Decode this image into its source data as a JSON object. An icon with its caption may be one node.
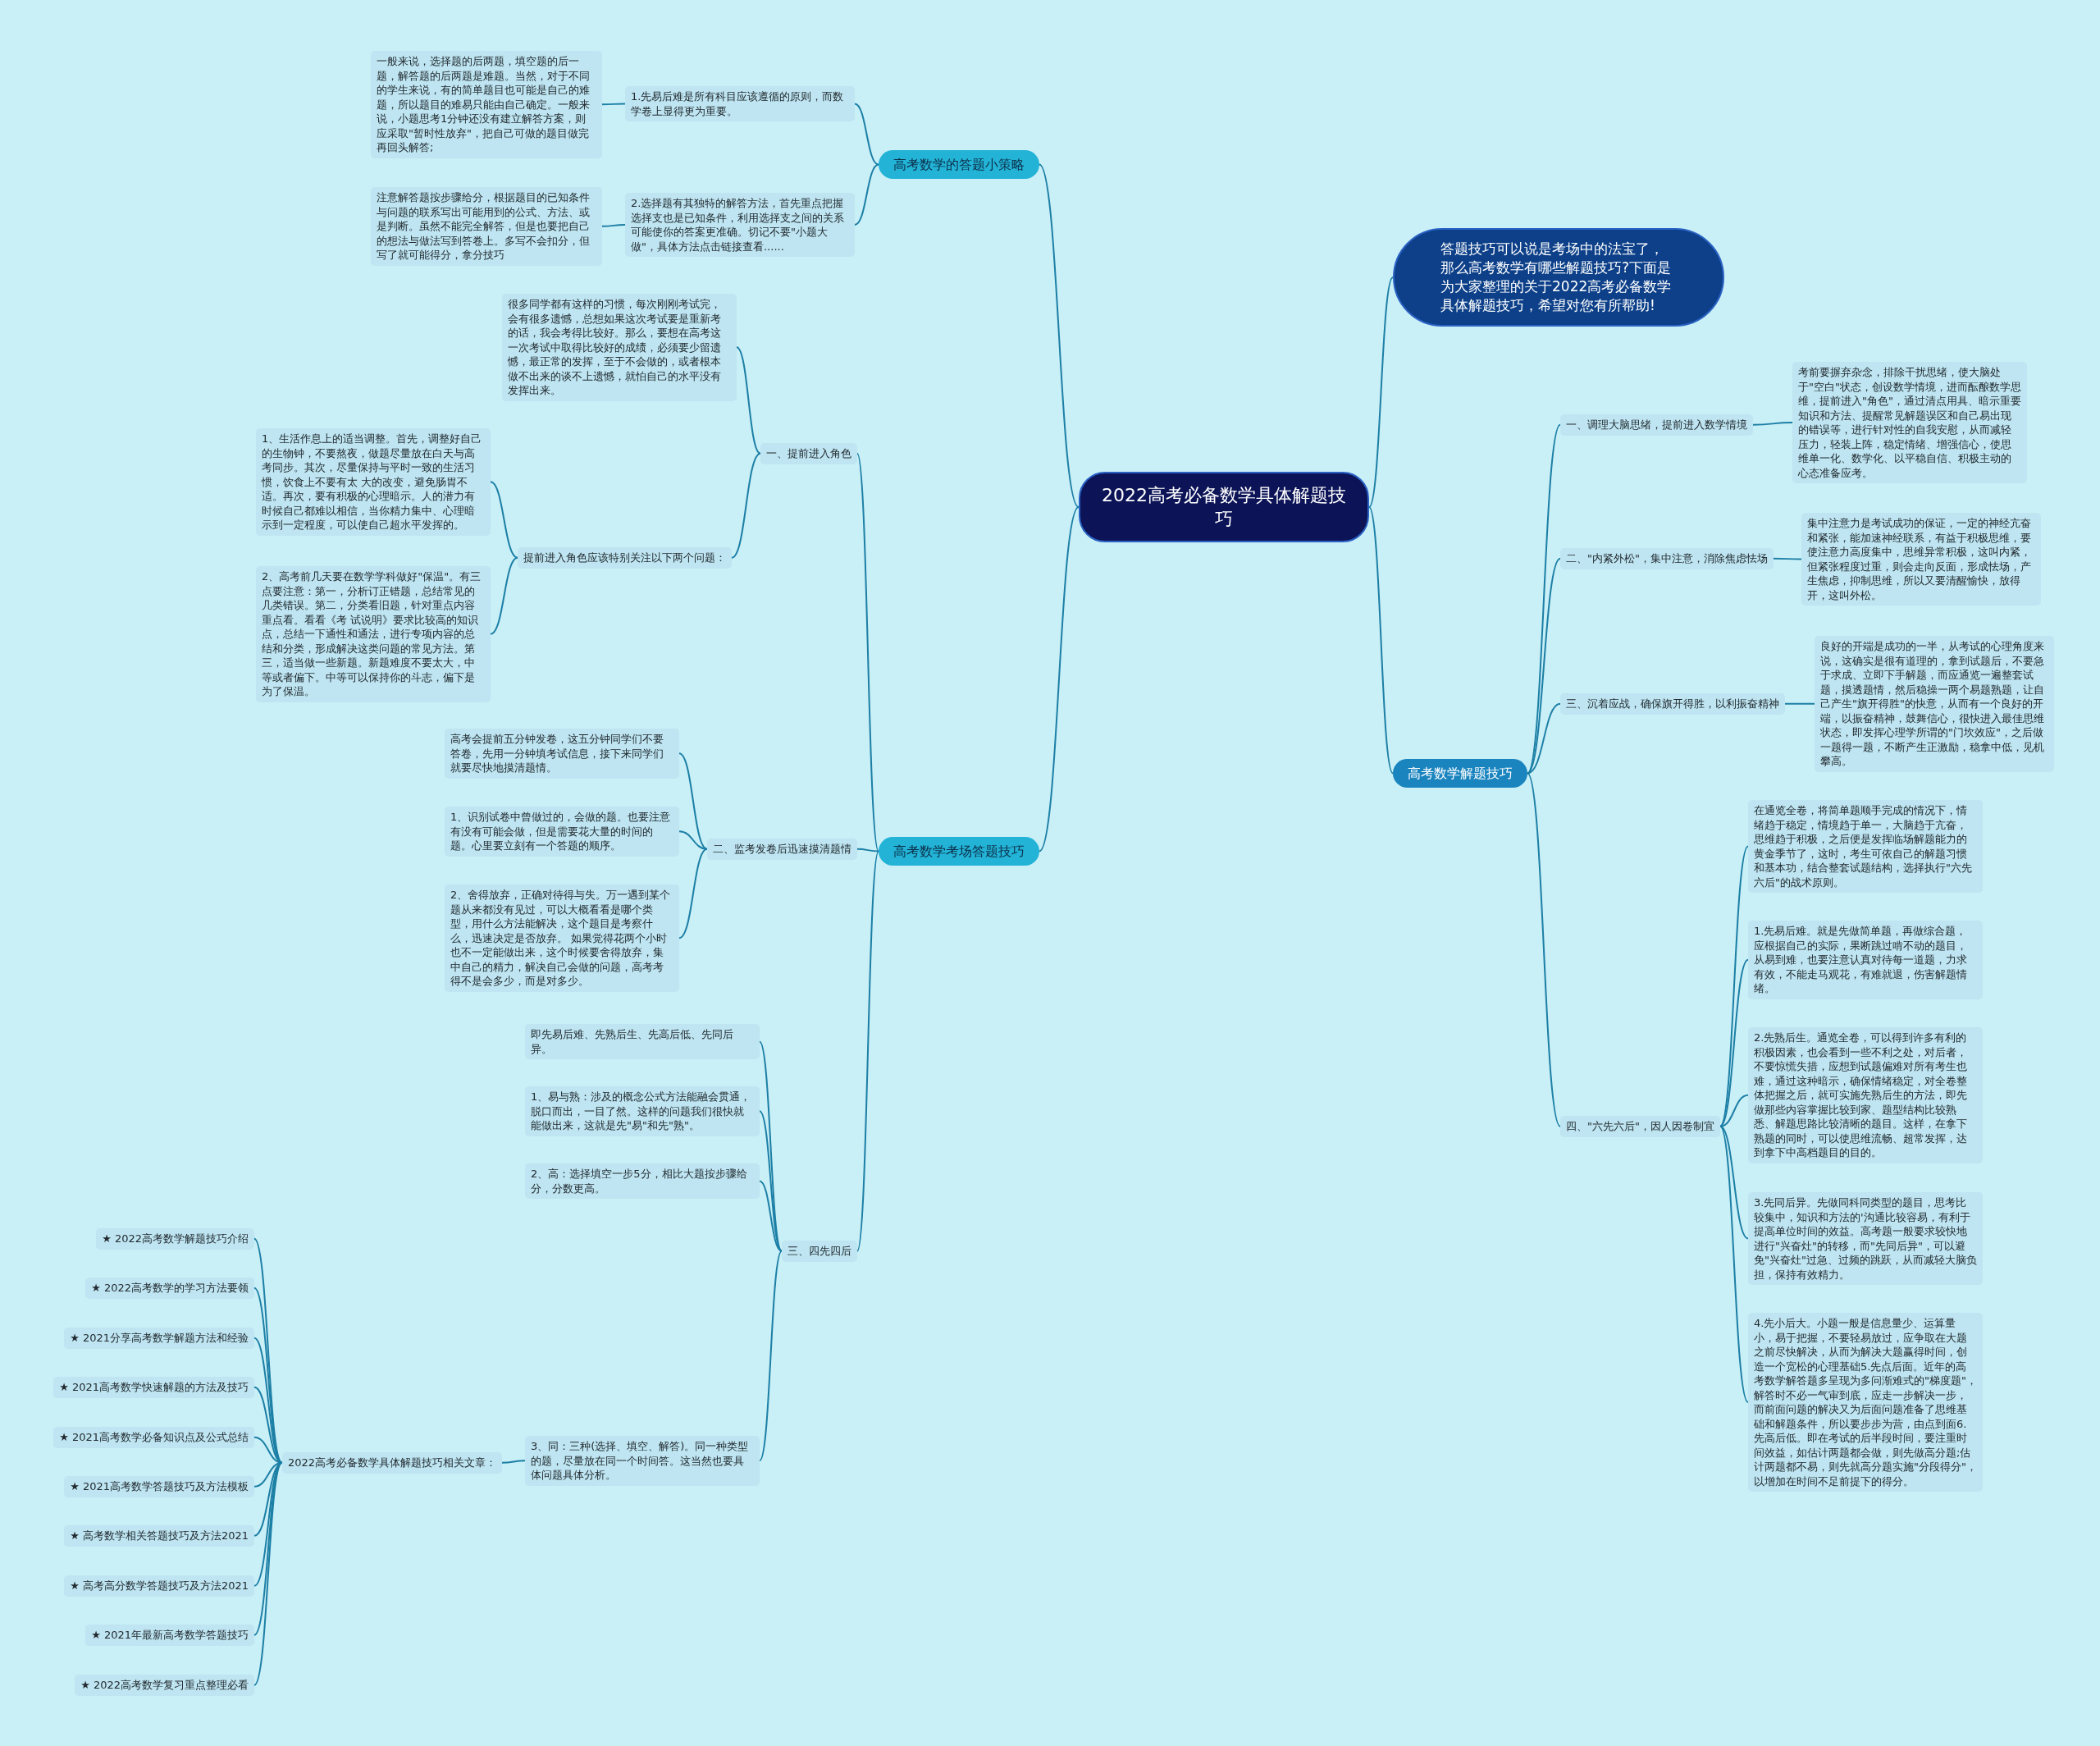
{
  "diagram": {
    "nodes": [
      {
        "text": [
          "2022高考必备数学具体解题技巧"
        ]
      },
      {
        "text": [
          "答题技巧可以说是考场中的法宝了，那么高考数学有哪些解题技巧?下面是为大家整理的关于2022高考必备数学具体解题技巧，希望对您有所帮助!"
        ]
      },
      {
        "text": [
          "高考数学的答题小策略"
        ]
      },
      {
        "text": [
          "1.先易后难是所有科目应该遵循的原则，而数学卷上显得更为重要。"
        ]
      },
      {
        "text": [
          "一般来说，选择题的后两题，填空题的后一题，解答题的后两题是难题。当然，对于不同的学生来说，有的简单题目也可能是自己的难题，所以题目的难易只能由自己确定。一般来说，小题思考1分钟还没有建立解答方案，则应采取\"暂时性放弃\"，把自己可做的题目做完再回头解答;"
        ]
      },
      {
        "text": [
          "2.选择题有其独特的解答方法，首先重点把握选择支也是已知条件，利用选择支之间的关系可能使你的答案更准确。切记不要\"小题大做\"，具体方法点击链接查看......"
        ]
      },
      {
        "text": [
          "注意解答题按步骤给分，根据题目的已知条件与问题的联系写出可能用到的公式、方法、或是判断。虽然不能完全解答，但是也要把自己的想法与做法写到答卷上。多写不会扣分，但写了就可能得分，拿分技巧"
        ]
      },
      {
        "text": [
          "高考数学考场答题技巧"
        ]
      },
      {
        "text": [
          "一、提前进入角色"
        ]
      },
      {
        "text": [
          "很多同学都有这样的习惯，每次刚刚考试完，会有很多遗憾，总想如果这次考试要是重新考的话，我会考得比较好。那么，要想在高考这一次考试中取得比较好的成绩，必须要少留遗憾，最正常的发挥，至于不会做的，或者根本做不出来的谈不上遗憾，就怕自己的水平没有发挥出来。"
        ]
      },
      {
        "text": [
          "提前进入角色应该特别关注以下两个问题："
        ]
      },
      {
        "text": [
          "1、生活作息上的适当调整。首先，调整好自己的生物钟，不要熬夜，做题尽量放在白天与高考同步。其次，尽量保持与平时一致的生活习惯，饮食上不要有太 大的改变，避免肠胃不适。再次，要有积极的心理暗示。人的潜力有时候自己都难以相信，当你精力集中、心理暗示到一定程度，可以使自己超水平发挥的。"
        ]
      },
      {
        "text": [
          "2、高考前几天要在数学学科做好\"保温\"。有三点要注意：第一，分析订正错题，总结常见的几类错误。第二，分类看旧题，针对重点内容重点看。看看《考 试说明》要求比较高的知识点，总结一下通性和通法，进行专项内容的总结和分类，形成解决这类问题的常见方法。第三，适当做一些新题。新题难度不要太大，中等或者偏下。中等可以保持你的斗志，偏下是为了保温。"
        ]
      },
      {
        "text": [
          "二、监考发卷后迅速摸清题情"
        ]
      },
      {
        "text": [
          "高考会提前五分钟发卷，这五分钟同学们不要答卷，先用一分钟填考试信息，接下来同学们就要尽快地摸清题情。"
        ]
      },
      {
        "text": [
          "1、识别试卷中曾做过的，会做的题。也要注意有没有可能会做，但是需要花大量的时间的题。心里要立刻有一个答题的顺序。"
        ]
      },
      {
        "text": [
          "2、舍得放弃，正确对待得与失。万一遇到某个题从来都没有见过，可以大概看看是哪个类型，用什么方法能解决，这个题目是考察什么，迅速决定是否放弃。 如果觉得花两个小时也不一定能做出来，这个时候要舍得放弃，集中自己的精力，解决自己会做的问题，高考考得不是会多少，而是对多少。"
        ]
      },
      {
        "text": [
          "三、四先四后"
        ]
      },
      {
        "text": [
          "即先易后难、先熟后生、先高后低、先同后异。"
        ]
      },
      {
        "text": [
          "1、易与熟：涉及的概念公式方法能融会贯通，脱口而出，一目了然。这样的问题我们很快就能做出来，这就是先\"易\"和先\"熟\"。"
        ]
      },
      {
        "text": [
          "2、高：选择填空一步5分，相比大题按步骤给分，分数更高。"
        ]
      },
      {
        "text": [
          "3、同：三种(选择、填空、解答)。同一种类型的题，尽量放在同一个时间答。这当然也要具体问题具体分析。"
        ]
      },
      {
        "text": [
          "2022高考必备数学具体解题技巧相关文章："
        ]
      },
      {
        "text": [
          "★ 2022高考数学解题技巧介绍"
        ]
      },
      {
        "text": [
          "★ 2022高考数学的学习方法要领"
        ]
      },
      {
        "text": [
          "★ 2021分享高考数学解题方法和经验"
        ]
      },
      {
        "text": [
          "★ 2021高考数学快速解题的方法及技巧"
        ]
      },
      {
        "text": [
          "★ 2021高考数学必备知识点及公式总结"
        ]
      },
      {
        "text": [
          "★ 2021高考数学答题技巧及方法模板"
        ]
      },
      {
        "text": [
          "★ 高考数学相关答题技巧及方法2021"
        ]
      },
      {
        "text": [
          "★ 高考高分数学答题技巧及方法2021"
        ]
      },
      {
        "text": [
          "★ 2021年最新高考数学答题技巧"
        ]
      },
      {
        "text": [
          "★ 2022高考数学复习重点整理必看"
        ]
      },
      {
        "text": [
          "高考数学解题技巧"
        ]
      },
      {
        "text": [
          "一、调理大脑思绪，提前进入数学情境"
        ]
      },
      {
        "text": [
          "考前要摒弃杂念，排除干扰思绪，使大脑处于\"空白\"状态，创设数学情境，进而酝酿数学思维，提前进入\"角色\"，通过清点用具、暗示重要知识和方法、提醒常见解题误区和自己易出现的错误等，进行针对性的自我安慰，从而减轻压力，轻装上阵，稳定情绪、增强信心，使思维单一化、数学化、以平稳自信、积极主动的心态准备应考。"
        ]
      },
      {
        "text": [
          "二、\"内紧外松\"，集中注意，消除焦虑怯场"
        ]
      },
      {
        "text": [
          "集中注意力是考试成功的保证，一定的神经亢奋和紧张，能加速神经联系，有益于积极思维，要使注意力高度集中，思维异常积极，这叫内紧，但紧张程度过重，则会走向反面，形成怯场，产生焦虑，抑制思维，所以又要清醒愉快，放得开，这叫外松。"
        ]
      },
      {
        "text": [
          "三、沉着应战，确保旗开得胜，以利振奋精神"
        ]
      },
      {
        "text": [
          "良好的开端是成功的一半，从考试的心理角度来说，这确实是很有道理的，拿到试题后，不要急于求成、立即下手解题，而应通览一遍整套试题，摸透题情，然后稳操一两个易题熟题，让自己产生\"旗开得胜\"的快意，从而有一个良好的开端，以振奋精神，鼓舞信心，很快进入最佳思维状态，即发挥心理学所谓的\"门坎效应\"，之后做一题得一题，不断产生正激励，稳拿中低，见机攀高。"
        ]
      },
      {
        "text": [
          "四、\"六先六后\"，因人因卷制宜"
        ]
      },
      {
        "text": [
          "在通览全卷，将简单题顺手完成的情况下，情绪趋于稳定，情境趋于单一，大脑趋于亢奋，思维趋于积极，之后便是发挥临场解题能力的黄金季节了，这时，考生可依自己的解题习惯和基本功，结合整套试题结构，选择执行\"六先六后\"的战术原则。"
        ]
      },
      {
        "text": [
          "1.先易后难。就是先做简单题，再做综合题，应根据自己的实际，果断跳过啃不动的题目，从易到难，也要注意认真对待每一道题，力求有效，不能走马观花，有难就退，伤害解题情绪。"
        ]
      },
      {
        "text": [
          "2.先熟后生。通览全卷，可以得到许多有利的积极因素，也会看到一些不利之处，对后者，不要惊慌失措，应想到试题偏难对所有考生也难，通过这种暗示，确保情绪稳定，对全卷整体把握之后，就可实施先熟后生的方法，即先做那些内容掌握比较到家、题型结构比较熟悉、解题思路比较清晰的题目。这样，在拿下熟题的同时，可以使思维流畅、超常发挥，达到拿下中高档题目的目的。"
        ]
      },
      {
        "text": [
          "3.先同后异。先做同科同类型的题目，思考比较集中，知识和方法的'沟通比较容易，有利于提高单位时间的效益。高考题一般要求较快地进行\"兴奋灶\"的转移，而\"先同后异\"，可以避免\"兴奋灶\"过急、过频的跳跃，从而减轻大脑负担，保持有效精力。"
        ]
      },
      {
        "text": [
          "4.先小后大。小题一般是信息量少、运算量小，易于把握，不要轻易放过，应争取在大题之前尽快解决，从而为解决大题赢得时间，创造一个宽松的心理基础5.先点后面。近年的高考数学解答题多呈现为多问渐难式的\"梯度题\"，解答时不必一气审到底，应走一步解决一步，而前面问题的解决又为后面问题准备了思维基础和解题条件，所以要步步为营，由点到面6.先高后低。即在考试的后半段时间，要注重时间效益，如估计两题都会做，则先做高分题;估计两题都不易，则先就高分题实施\"分段得分\"，以增加在时间不足前提下的得分。"
        ]
      }
    ],
    "edges": [
      {
        "from": 0,
        "to": 1,
        "arrow": "none"
      },
      {
        "from": 0,
        "to": 2,
        "arrow": "none"
      },
      {
        "from": 2,
        "to": 3,
        "arrow": "none"
      },
      {
        "from": 3,
        "to": 4,
        "arrow": "none"
      },
      {
        "from": 2,
        "to": 5,
        "arrow": "none"
      },
      {
        "from": 5,
        "to": 6,
        "arrow": "none"
      },
      {
        "from": 0,
        "to": 7,
        "arrow": "none"
      },
      {
        "from": 7,
        "to": 8,
        "arrow": "none"
      },
      {
        "from": 8,
        "to": 9,
        "arrow": "none"
      },
      {
        "from": 8,
        "to": 10,
        "arrow": "none"
      },
      {
        "from": 10,
        "to": 11,
        "arrow": "none"
      },
      {
        "from": 10,
        "to": 12,
        "arrow": "none"
      },
      {
        "from": 7,
        "to": 13,
        "arrow": "none"
      },
      {
        "from": 13,
        "to": 14,
        "arrow": "none"
      },
      {
        "from": 13,
        "to": 15,
        "arrow": "none"
      },
      {
        "from": 13,
        "to": 16,
        "arrow": "none"
      },
      {
        "from": 7,
        "to": 17,
        "arrow": "none"
      },
      {
        "from": 17,
        "to": 18,
        "arrow": "none"
      },
      {
        "from": 17,
        "to": 19,
        "arrow": "none"
      },
      {
        "from": 17,
        "to": 20,
        "arrow": "none"
      },
      {
        "from": 17,
        "to": 21,
        "arrow": "none"
      },
      {
        "from": 21,
        "to": 22,
        "arrow": "none"
      },
      {
        "from": 22,
        "to": 23,
        "arrow": "none"
      },
      {
        "from": 22,
        "to": 24,
        "arrow": "none"
      },
      {
        "from": 22,
        "to": 25,
        "arrow": "none"
      },
      {
        "from": 22,
        "to": 26,
        "arrow": "none"
      },
      {
        "from": 22,
        "to": 27,
        "arrow": "none"
      },
      {
        "from": 22,
        "to": 28,
        "arrow": "none"
      },
      {
        "from": 22,
        "to": 29,
        "arrow": "none"
      },
      {
        "from": 22,
        "to": 30,
        "arrow": "none"
      },
      {
        "from": 22,
        "to": 31,
        "arrow": "none"
      },
      {
        "from": 22,
        "to": 32,
        "arrow": "none"
      },
      {
        "from": 0,
        "to": 33,
        "arrow": "none"
      },
      {
        "from": 33,
        "to": 34,
        "arrow": "none"
      },
      {
        "from": 34,
        "to": 35,
        "arrow": "none"
      },
      {
        "from": 33,
        "to": 36,
        "arrow": "none"
      },
      {
        "from": 36,
        "to": 37,
        "arrow": "none"
      },
      {
        "from": 33,
        "to": 38,
        "arrow": "none"
      },
      {
        "from": 38,
        "to": 39,
        "arrow": "none"
      },
      {
        "from": 33,
        "to": 40,
        "arrow": "none"
      },
      {
        "from": 40,
        "to": 41,
        "arrow": "none"
      },
      {
        "from": 40,
        "to": 42,
        "arrow": "none"
      },
      {
        "from": 40,
        "to": 43,
        "arrow": "none"
      },
      {
        "from": 40,
        "to": 44,
        "arrow": "none"
      },
      {
        "from": 40,
        "to": 45,
        "arrow": "none"
      }
    ]
  }
}
